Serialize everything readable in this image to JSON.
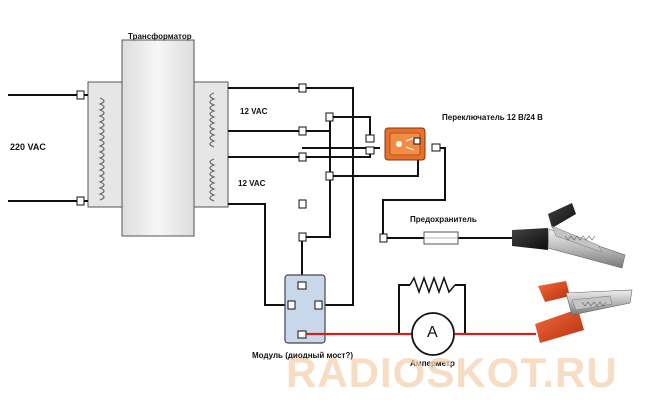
{
  "labels": {
    "transformer": "Трансформатор",
    "mains_input": "220 VAC",
    "secondary_top": "12 VAC",
    "secondary_bottom": "12 VAC",
    "switch": "Переключатель 12 В/24 В",
    "fuse": "Предохранитель",
    "module": "Модуль (диодный мост?)",
    "ammeter": "Амперметр",
    "ammeter_symbol": "A"
  },
  "watermark": "RADIOSKOT.RU",
  "colors": {
    "wire": "#111111",
    "positive_wire": "#cc2222",
    "module_fill": "#c9d7ea",
    "switch_fill": "#e8702a",
    "transformer_fill": "#eeeeee",
    "clip_black": "#1a1a1a",
    "clip_red": "#e04a1a",
    "watermark": "#f3d2b0"
  },
  "icons": {
    "transformer": "transformer-icon",
    "switch": "toggle-switch-icon",
    "fuse": "fuse-icon",
    "ammeter": "ammeter-icon",
    "black_clip": "alligator-clip-black-icon",
    "red_clip": "alligator-clip-red-icon"
  }
}
